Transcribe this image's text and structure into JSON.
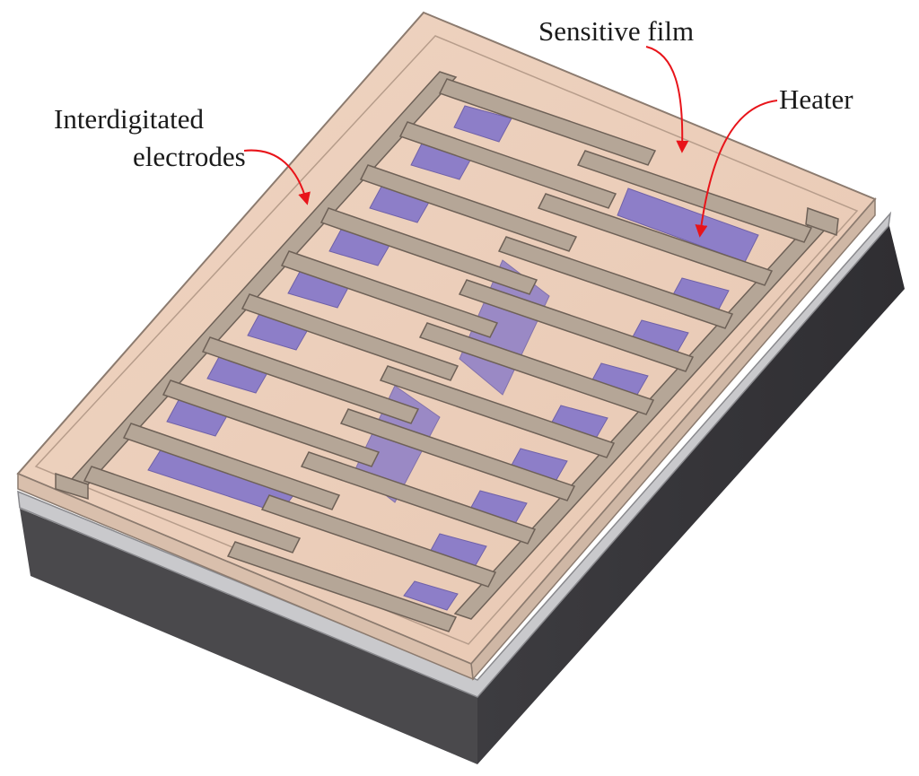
{
  "labels": {
    "sensitive_film": "Sensitive film",
    "heater": "Heater",
    "electrodes_line1": "Interdigitated",
    "electrodes_line2": "electrodes"
  },
  "colors": {
    "arrow": "#e8141a",
    "film": "#eccdb8",
    "electrode": "#b5a697",
    "heater": "#8d7ec8",
    "substrate_dark": "#3c3b3e",
    "substrate_front": "#4a494c"
  }
}
